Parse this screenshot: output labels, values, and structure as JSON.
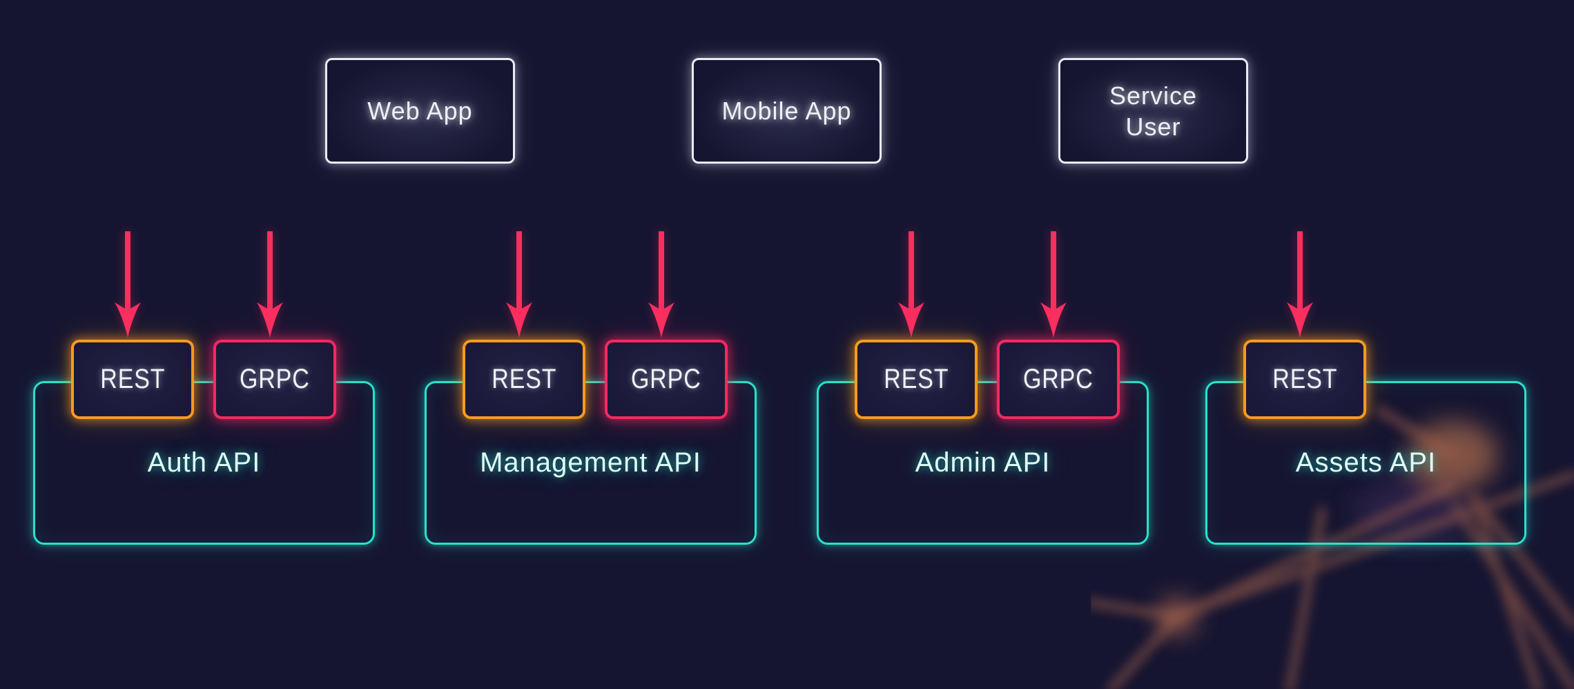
{
  "diagram": {
    "clients": [
      {
        "label": "Web App"
      },
      {
        "label": "Mobile App"
      },
      {
        "label": "Service User"
      }
    ],
    "apis": [
      {
        "label": "Auth API",
        "endpoints": [
          {
            "type": "rest",
            "label": "REST"
          },
          {
            "type": "grpc",
            "label": "GRPC"
          }
        ]
      },
      {
        "label": "Management API",
        "endpoints": [
          {
            "type": "rest",
            "label": "REST"
          },
          {
            "type": "grpc",
            "label": "GRPC"
          }
        ]
      },
      {
        "label": "Admin API",
        "endpoints": [
          {
            "type": "rest",
            "label": "REST"
          },
          {
            "type": "grpc",
            "label": "GRPC"
          }
        ]
      },
      {
        "label": "Assets API",
        "endpoints": [
          {
            "type": "rest",
            "label": "REST"
          }
        ]
      }
    ],
    "colors": {
      "background": "#161531",
      "client_border": "#e9ecf5",
      "rest_border": "#f89b1c",
      "grpc_border": "#f8295e",
      "api_border": "#27e3cd",
      "arrow": "#fa2e5f",
      "network_pattern": "#a5634d"
    }
  }
}
